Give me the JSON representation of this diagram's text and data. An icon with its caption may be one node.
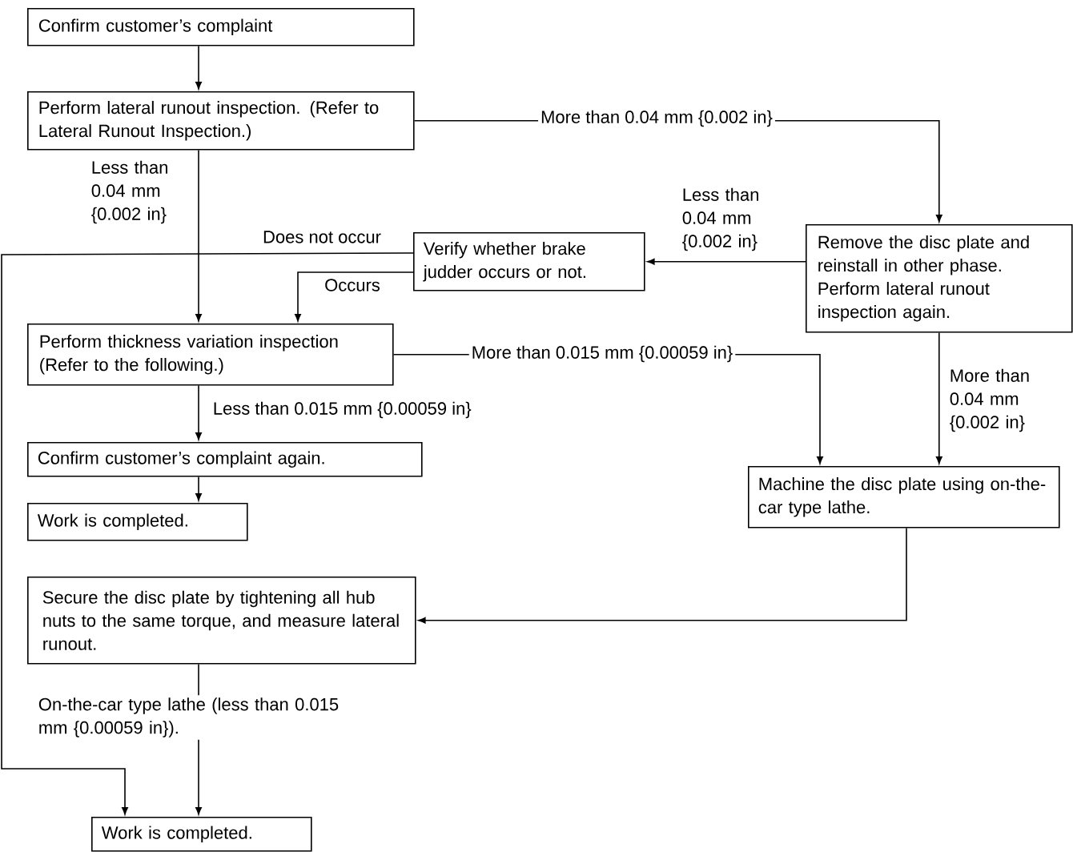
{
  "diagram": {
    "nodes": [
      {
        "text": [
          "Confirm customer’s complaint"
        ]
      },
      {
        "text": [
          "Perform lateral runout inspection. (Refer to Lateral Runout Inspection.)"
        ]
      },
      {
        "text": [
          "Remove the disc plate and reinstall in other phase. Perform lateral runout inspection again."
        ]
      },
      {
        "text": [
          "Verify whether brake judder occurs or not."
        ]
      },
      {
        "text": [
          "Perform thickness variation inspection (Refer to the following.)"
        ]
      },
      {
        "text": [
          "Confirm customer’s complaint again."
        ]
      },
      {
        "text": [
          "Work is completed."
        ]
      },
      {
        "text": [
          "Machine the disc plate using on-the-car type lathe."
        ]
      },
      {
        "text": [
          "Secure the disc plate by tightening all hub nuts to the same torque, and measure lateral runout."
        ]
      },
      {
        "text": [
          "Work is completed."
        ]
      }
    ],
    "edges": [
      {
        "from": 0,
        "to": 1,
        "arrow": "to"
      },
      {
        "from": 1,
        "to": 2,
        "arrow": "to",
        "label": "More than 0.04 mm {0.002 in}"
      },
      {
        "from": 1,
        "to": 4,
        "arrow": "to",
        "label": "Less than 0.04 mm {0.002 in}"
      },
      {
        "from": 2,
        "to": 3,
        "arrow": "to",
        "label": "Less than 0.04 mm {0.002 in}"
      },
      {
        "from": 3,
        "to": 9,
        "arrow": "to",
        "label": "Does not occur"
      },
      {
        "from": 3,
        "to": 4,
        "arrow": "to",
        "label": "Occurs"
      },
      {
        "from": 4,
        "to": 7,
        "arrow": "to",
        "label": "More than 0.015 mm {0.00059 in}"
      },
      {
        "from": 4,
        "to": 5,
        "arrow": "to",
        "label": "Less than 0.015 mm {0.00059 in}"
      },
      {
        "from": 5,
        "to": 6,
        "arrow": "to"
      },
      {
        "from": 2,
        "to": 7,
        "arrow": "to",
        "label": "More than 0.04 mm {0.002 in}"
      },
      {
        "from": 7,
        "to": 8,
        "arrow": "to"
      },
      {
        "from": 8,
        "to": 9,
        "arrow": "to",
        "label": "On-the-car type lathe (less than 0.015 mm {0.00059 in})."
      }
    ]
  }
}
